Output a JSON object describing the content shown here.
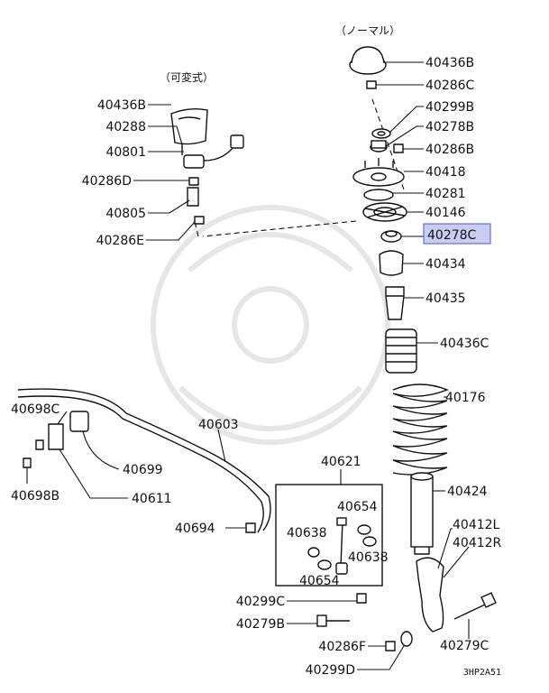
{
  "headers": {
    "normal": "（ノーマル）",
    "adjustable": "（可変式）"
  },
  "diagram_code": "3HP2A51",
  "labels": {
    "p40436B_top": "40436B",
    "p40286C_top": "40286C",
    "p40299B": "40299B",
    "p40278B": "40278B",
    "p40286B": "40286B",
    "p40418": "40418",
    "p40281": "40281",
    "p40146": "40146",
    "p40278C": "40278C",
    "p40434": "40434",
    "p40435": "40435",
    "p40436C": "40436C",
    "p40176": "40176",
    "p40424": "40424",
    "p40412L": "40412L",
    "p40412R": "40412R",
    "p40279C": "40279C",
    "p40436B_left": "40436B",
    "p40288": "40288",
    "p40801": "40801",
    "p40286D": "40286D",
    "p40805": "40805",
    "p40286E": "40286E",
    "p40698C": "40698C",
    "p40698B": "40698B",
    "p40699": "40699",
    "p40611": "40611",
    "p40603": "40603",
    "p40621": "40621",
    "p40654_top": "40654",
    "p40638_left": "40638",
    "p40638_right": "40638",
    "p40654_bottom": "40654",
    "p40694": "40694",
    "p40299C": "40299C",
    "p40279B": "40279B",
    "p40286F": "40286F",
    "p40299D": "40299D"
  },
  "highlight": {
    "part": "40278C",
    "color": "#c9cdf2"
  }
}
